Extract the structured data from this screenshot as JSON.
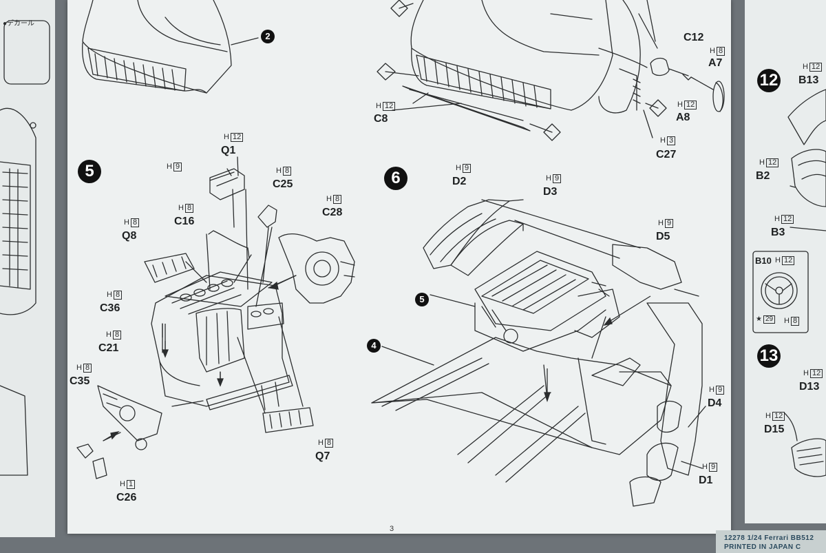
{
  "page_number": "3",
  "footer": {
    "line1": "12278 1/24 Ferrari BB512",
    "line2": "PRINTED IN JAPAN C"
  },
  "left_margin": {
    "decal_note": "●デカール"
  },
  "steps": {
    "s2": "2",
    "s5": "5",
    "s6": "6",
    "s12": "12",
    "s13": "13",
    "ref5": "5",
    "ref4": "4"
  },
  "step5_parts": [
    {
      "code": "Q1",
      "runner": "H",
      "num": "12"
    },
    {
      "code": "C25",
      "runner": "H",
      "num": "8"
    },
    {
      "code": "C16",
      "runner": "H",
      "num": "8"
    },
    {
      "code": "C28",
      "runner": "H",
      "num": "8"
    },
    {
      "code": "Q8",
      "runner": "H",
      "num": "8"
    },
    {
      "code": "C36",
      "runner": "H",
      "num": "8"
    },
    {
      "code": "C21",
      "runner": "H",
      "num": "8"
    },
    {
      "code": "C35",
      "runner": "H",
      "num": "8"
    },
    {
      "code": "C26",
      "runner": "H",
      "num": "1"
    },
    {
      "code": "Q7",
      "runner": "H",
      "num": "8"
    }
  ],
  "step5_extra": {
    "runner": "H",
    "num": "9"
  },
  "step6_parts": [
    {
      "code": "D2",
      "runner": "H",
      "num": "9"
    },
    {
      "code": "D3",
      "runner": "H",
      "num": "9"
    },
    {
      "code": "D5",
      "runner": "H",
      "num": "9"
    },
    {
      "code": "D4",
      "runner": "H",
      "num": "9"
    },
    {
      "code": "D1",
      "runner": "H",
      "num": "9"
    }
  ],
  "top_parts": [
    {
      "code": "C12",
      "runner": "",
      "num": ""
    },
    {
      "code": "A7",
      "runner": "H",
      "num": "8"
    },
    {
      "code": "C8",
      "runner": "H",
      "num": "12"
    },
    {
      "code": "A8",
      "runner": "H",
      "num": "12"
    },
    {
      "code": "C27",
      "runner": "H",
      "num": "3"
    }
  ],
  "right_parts": [
    {
      "code": "B13",
      "runner": "H",
      "num": "12"
    },
    {
      "code": "B2",
      "runner": "H",
      "num": "12"
    },
    {
      "code": "B3",
      "runner": "H",
      "num": "12"
    },
    {
      "code": "D13",
      "runner": "H",
      "num": "12"
    },
    {
      "code": "D15",
      "runner": "H",
      "num": "12"
    }
  ],
  "wheel_box": {
    "code": "B10",
    "runner_top": "H",
    "num_top": "12",
    "runner_bottom": "H",
    "num_bottom": "8",
    "decal": "29"
  }
}
